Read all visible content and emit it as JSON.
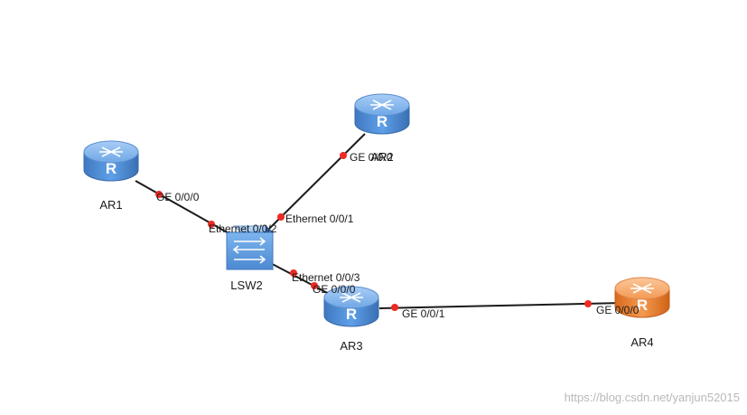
{
  "colors": {
    "router_blue": "#4f8ed6",
    "router_orange": "#f08a3a",
    "switch_blue": "#5c9be0",
    "link": "#1b1b1b",
    "port_dot": "#ee2a24",
    "watermark": "#b9b9b9"
  },
  "devices": {
    "ar1": {
      "label": "AR1",
      "type": "router",
      "icon": "router-icon",
      "glyph": "R"
    },
    "ar2": {
      "label": "AR2",
      "type": "router",
      "icon": "router-icon",
      "glyph": "R"
    },
    "ar3": {
      "label": "AR3",
      "type": "router",
      "icon": "router-icon",
      "glyph": "R"
    },
    "ar4": {
      "label": "AR4",
      "type": "router",
      "icon": "router-icon",
      "glyph": "R",
      "highlight": true
    },
    "lsw2": {
      "label": "LSW2",
      "type": "switch",
      "icon": "switch-icon"
    }
  },
  "links": [
    {
      "id": "ar1-lsw2",
      "from": "AR1",
      "to": "LSW2",
      "from_port": "GE 0/0/0",
      "to_port": "Ethernet 0/0/2"
    },
    {
      "id": "ar2-lsw2",
      "from": "AR2",
      "to": "LSW2",
      "from_port": "GE 0/0/0",
      "to_port": "Ethernet 0/0/1"
    },
    {
      "id": "lsw2-ar3",
      "from": "LSW2",
      "to": "AR3",
      "from_port": "Ethernet 0/0/3",
      "to_port": "GE 0/0/0"
    },
    {
      "id": "ar3-ar4",
      "from": "AR3",
      "to": "AR4",
      "from_port": "GE 0/0/1",
      "to_port": "GE 0/0/0"
    }
  ],
  "watermark": "https://blog.csdn.net/yanjun52015"
}
